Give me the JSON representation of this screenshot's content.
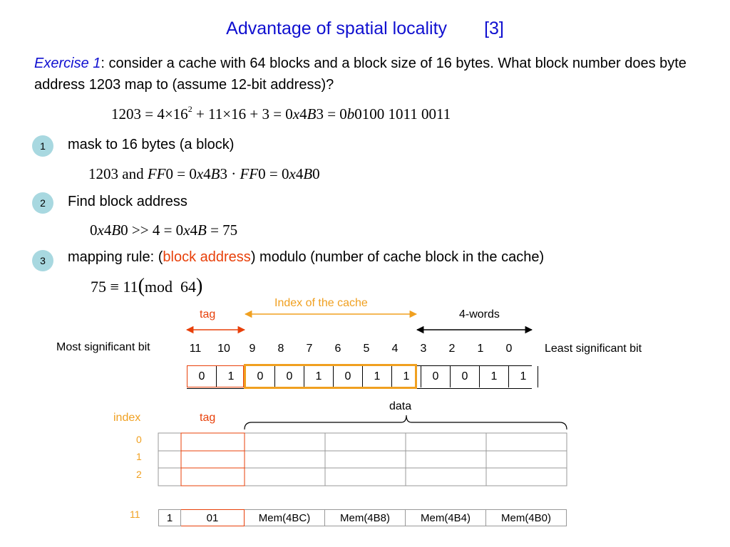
{
  "title": {
    "main": "Advantage of spatial locality",
    "ref": "[3]"
  },
  "exercise": {
    "label": "Exercise 1",
    "text": ": consider a cache with 64 blocks and a block size of 16 bytes. What block number does byte address 1203 map to (assume 12-bit address)?"
  },
  "steps": [
    {
      "num": "1",
      "text": "mask to 16 bytes (a block)"
    },
    {
      "num": "2",
      "text": "Find block address"
    },
    {
      "num": "3",
      "pre": "mapping rule: (",
      "highlight": "block address",
      "post": ") modulo (number of cache block in the cache)"
    }
  ],
  "diagram": {
    "index_of_cache_label": "Index of the cache",
    "tag_label": "tag",
    "words_label": "4-words",
    "msb_label": "Most significant bit",
    "lsb_label": "Least significant bit",
    "bit_positions": [
      "11",
      "10",
      "9",
      "8",
      "7",
      "6",
      "5",
      "4",
      "3",
      "2",
      "1",
      "0"
    ],
    "bit_values": [
      "0",
      "1",
      "0",
      "0",
      "1",
      "0",
      "1",
      "1",
      "0",
      "0",
      "1",
      "1"
    ],
    "colors": {
      "tag": "#e8400a",
      "index": "#f0a020",
      "accent_blue": "#1010d0",
      "bullet": "#a8d8e0"
    }
  },
  "cache_table": {
    "index_header": "index",
    "tag_header": "tag",
    "data_header": "data",
    "row_indices": [
      "0",
      "1",
      "2"
    ],
    "entry": {
      "index": "11",
      "valid": "1",
      "tag": "01",
      "data": [
        "Mem(4BC)",
        "Mem(4B8)",
        "Mem(4B4)",
        "Mem(4B0)"
      ]
    }
  }
}
